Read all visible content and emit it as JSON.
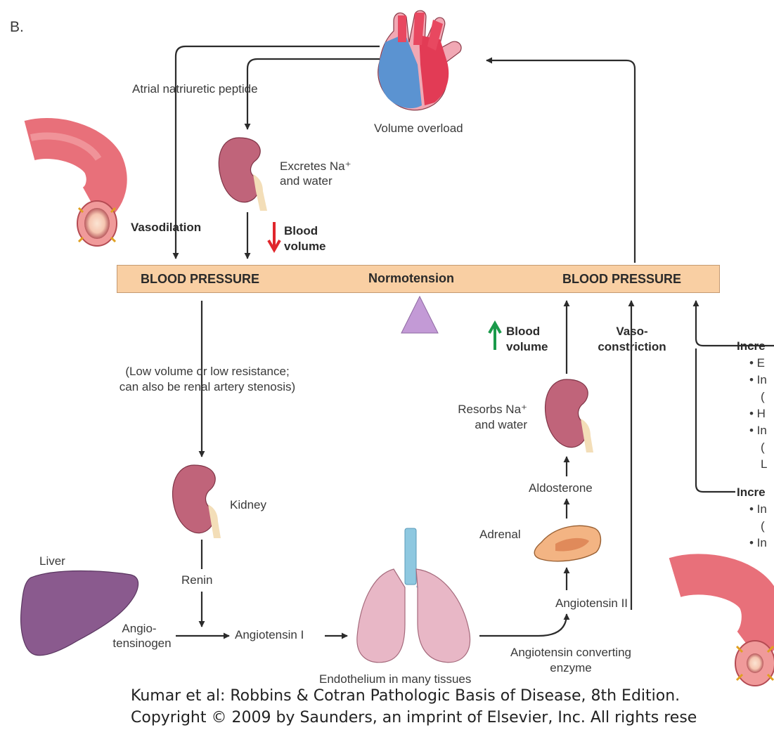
{
  "panel_label": "B.",
  "bar": {
    "left": "BLOOD PRESSURE",
    "center": "Normotension",
    "right": "BLOOD PRESSURE"
  },
  "labels": {
    "anp": "Atrial natriuretic peptide",
    "volume_overload": "Volume overload",
    "excretes_1": "Excretes Na⁺",
    "excretes_2": "and water",
    "vasodilation": "Vasodilation",
    "blood_1": "Blood",
    "volume_1": "volume",
    "low_volume_1": "(Low volume or low resistance;",
    "low_volume_2": "can also be renal artery stenosis)",
    "kidney": "Kidney",
    "renin": "Renin",
    "liver": "Liver",
    "angio_1": "Angio-",
    "angio_2": "tensinogen",
    "angiotensin_i": "Angiotensin I",
    "endothelium": "Endothelium in many tissues",
    "ace_1": "Angiotensin converting",
    "ace_2": "enzyme",
    "angiotensin_ii": "Angiotensin II",
    "adrenal": "Adrenal",
    "aldosterone": "Aldosterone",
    "resorbs_1": "Resorbs Na⁺",
    "resorbs_2": "and water",
    "blood_2": "Blood",
    "volume_2": "volume",
    "vaso_1": "Vaso-",
    "vaso_2": "constriction",
    "incre_1": "Incre",
    "bullet_1": "• E",
    "bullet_2": "• In",
    "paren_1": "(",
    "bullet_3": "• H",
    "bullet_4": "• In",
    "paren_2": "(",
    "cut_l": "L",
    "incre_2": "Incre",
    "bullet_5": "• In",
    "paren_3": "(",
    "bullet_6": "• In"
  },
  "citation": {
    "line1": "Kumar et al: Robbins & Cotran Pathologic Basis of Disease, 8th Edition.",
    "line2": "Copyright © 2009 by Saunders, an imprint of Elsevier, Inc. All rights rese"
  },
  "colors": {
    "bar_fill": "#f9cfa3",
    "down_arrow": "#e0262c",
    "up_arrow": "#1a9a4a",
    "kidney": "#c0647a",
    "artery": "#e8707a",
    "liver": "#8a5a8e",
    "lung": "#e8b7c6",
    "adrenal": "#f3b483",
    "heart_red": "#e23b55",
    "heart_blue": "#5b93d1",
    "fulcrum": "#c39ad6"
  }
}
